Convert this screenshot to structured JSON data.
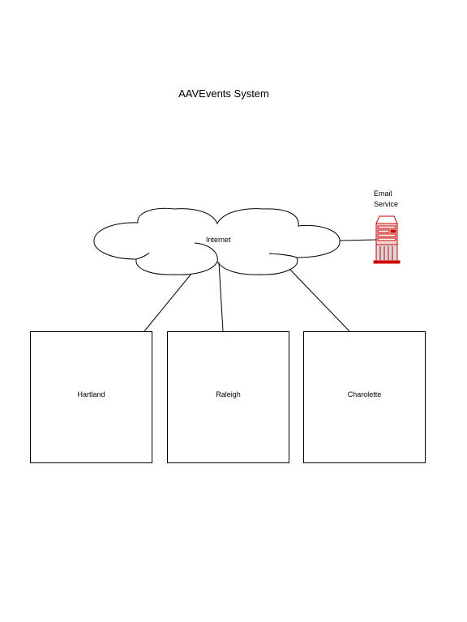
{
  "title": "AAVEvents System",
  "nodes": {
    "internet": {
      "label": "Internet",
      "icon": "cloud-icon"
    },
    "email": {
      "label_line1": "Email",
      "label_line2": "Service",
      "icon": "server-icon",
      "color": "#cc0000"
    },
    "sites": [
      {
        "label": "Hartland"
      },
      {
        "label": "Raleigh"
      },
      {
        "label": "Charolette"
      }
    ]
  },
  "edges": [
    {
      "from": "internet",
      "to": "email"
    },
    {
      "from": "internet",
      "to": "Hartland"
    },
    {
      "from": "internet",
      "to": "Raleigh"
    },
    {
      "from": "internet",
      "to": "Charolette"
    }
  ]
}
